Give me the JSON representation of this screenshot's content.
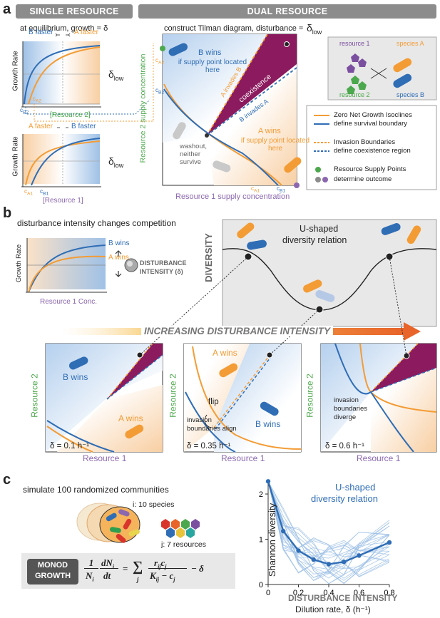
{
  "panel_a": {
    "letter": "a",
    "header_single": "SINGLE RESOURCE",
    "header_dual": "DUAL RESOURCE",
    "equilibrium_text": "at equilibrium, growth = δ",
    "tilman_text": "construct Tilman diagram, disturbance =",
    "delta_low": "δ",
    "delta_low_sub": "low",
    "top_plot": {
      "ylabel": "Growth Rate",
      "b_faster": "B faster",
      "a_faster": "A faster",
      "xlabel": "[Resource 2]",
      "c_a2": "c",
      "c_a2_sub": "A2",
      "c_b2": "c",
      "c_b2_sub": "B2"
    },
    "bottom_plot": {
      "ylabel": "Growth Rate",
      "a_faster": "A faster",
      "b_faster": "B faster",
      "xlabel": "[Resource 1]",
      "c_a1": "c",
      "c_a1_sub": "A1",
      "c_b1": "c",
      "c_b1_sub": "B1"
    },
    "tilman": {
      "ylabel": "Resource 2 supply concentration",
      "xlabel": "Resource 1 supply concentration",
      "b_wins": "B wins",
      "b_wins_sub": "if supply point located here",
      "a_wins": "A wins",
      "a_wins_sub": "if supply point located here",
      "coexistence": "coexistence",
      "a_invades_b": "A invades B",
      "b_invades_a": "B invades A",
      "washout": "washout, neither survive",
      "c_a2": "c",
      "c_a2_sub": "A2",
      "c_b2": "c",
      "c_b2_sub": "B2",
      "c_a1": "c",
      "c_a1_sub": "A1",
      "c_b1": "c",
      "c_b1_sub": "B1"
    },
    "schematic": {
      "resource1": "resource 1",
      "resource2": "resource 2",
      "speciesA": "species A",
      "speciesB": "species B"
    },
    "legend": [
      {
        "label": "Zero Net Growth Isoclines",
        "label2": "define survival boundary"
      },
      {
        "label": "Invasion Boundaries",
        "label2": "define coexistence region"
      },
      {
        "label": "Resource Supply Points",
        "label2": "determine outcome"
      }
    ]
  },
  "panel_b": {
    "letter": "b",
    "title": "disturbance intensity changes competition",
    "growth_ylabel": "Growth Rate",
    "growth_xlabel": "Resource 1 Conc.",
    "b_wins": "B wins",
    "a_wins": "A wins",
    "dist_label": "DISTURBANCE",
    "dist_label2": "INTENSITY (δ)",
    "diversity_label": "DIVERSITY",
    "u_shape": "U-shaped",
    "u_shape2": "diversity relation",
    "increasing": "INCREASING DISTURBANCE INTENSITY",
    "subplots": [
      {
        "delta": "δ = 0.1 h⁻¹",
        "ylabel": "Resource 2",
        "xlabel": "Resource 1",
        "b_wins": "B wins",
        "a_wins": "A wins"
      },
      {
        "delta": "δ = 0.35 h⁻¹",
        "ylabel": "Resource 2",
        "xlabel": "Resource 1",
        "a_wins": "A wins",
        "b_wins": "B wins",
        "flip": "flip",
        "align": "invasion",
        "align2": "boundaries align"
      },
      {
        "delta": "δ = 0.6 h⁻¹",
        "ylabel": "Resource 2",
        "xlabel": "Resource 1",
        "diverge": "invasion",
        "diverge2": "boundaries",
        "diverge3": "diverge"
      }
    ]
  },
  "panel_c": {
    "letter": "c",
    "simulate": "simulate 100 randomized communities",
    "species": "i: 10 species",
    "resources": "j: 7 resources",
    "monod": "MONOD",
    "monod2": "GROWTH",
    "eq_lhs_num": "1",
    "eq_lhs_den": "N",
    "eq_lhs_den_sub": "i",
    "eq_dn": "dN",
    "eq_dn_sub": "i",
    "eq_dt": "dt",
    "eq_equals": "=",
    "eq_sum": "∑",
    "eq_sum_sub": "j",
    "eq_num": "r",
    "eq_num_sub": "ij",
    "eq_num2": "c",
    "eq_num2_sub": "j",
    "eq_den": "K",
    "eq_den_sub": "ij",
    "eq_den2": " − c",
    "eq_den2_sub": "j",
    "eq_tail": "− δ",
    "chart_data": {
      "type": "line",
      "ylabel": "Shannon diversity",
      "xlabel": "Dilution rate, δ (h⁻¹)",
      "xlabel_top": "DISTURBANCE INTENSITY",
      "annotation": "U-shaped",
      "annotation2": "diversity relation",
      "xlim": [
        0,
        0.8
      ],
      "ylim": [
        0,
        2.3
      ],
      "xticks": [
        "0",
        "0.2",
        "0.4",
        "0.6",
        "0.8"
      ],
      "yticks": [
        "0",
        "1",
        "2"
      ],
      "x": [
        0,
        0.1,
        0.2,
        0.3,
        0.4,
        0.5,
        0.6,
        0.8
      ],
      "mean_series": [
        2.28,
        1.18,
        0.75,
        0.55,
        0.45,
        0.5,
        0.64,
        0.93
      ]
    }
  },
  "colors": {
    "orange": "#F39C35",
    "blue": "#2F6DB5",
    "purple": "#8B1A5E",
    "green": "#4CA84C",
    "grey": "#8c8c8c",
    "lightblue": "#CFE0F3",
    "lightorange": "#FBE2C8"
  }
}
